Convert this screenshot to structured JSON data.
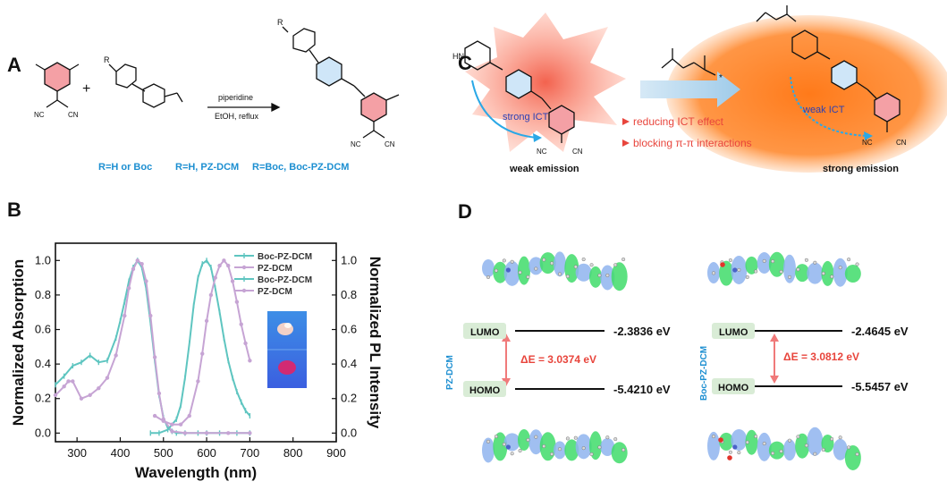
{
  "panels": {
    "a": "A",
    "b": "B",
    "c": "C",
    "d": "D"
  },
  "panel_a": {
    "plus": "+",
    "reagent": "piperidine",
    "conditions": "EtOH, reflux",
    "r_label_reactant": "R",
    "r_label_product": "R",
    "r_definitions": [
      "R=H or Boc",
      "R=H, PZ-DCM",
      "R=Boc, Boc-PZ-DCM"
    ],
    "nc_labels": [
      "NC",
      "CN"
    ]
  },
  "panel_c": {
    "nh_label": "HN",
    "strong_ict": "strong ICT",
    "weak_ict": "weak ICT",
    "weak_emission": "weak emission",
    "strong_emission": "strong emission",
    "effects": [
      "reducing ICT effect",
      "blocking π-π interactions"
    ],
    "nc_labels": [
      "NC",
      "CN"
    ],
    "star": "*"
  },
  "panel_d": {
    "left": {
      "molecule": "PZ-DCM",
      "lumo_label": "LUMO",
      "lumo_value": "-2.3836 eV",
      "homo_label": "HOMO",
      "homo_value": "-5.4210 eV",
      "gap": "ΔE = 3.0374 eV"
    },
    "right": {
      "molecule": "Boc-PZ-DCM",
      "lumo_label": "LUMO",
      "lumo_value": "-2.4645 eV",
      "homo_label": "HOMO",
      "homo_value": "-5.5457 eV",
      "gap": "ΔE = 3.0812 eV"
    }
  },
  "colors": {
    "teal": "#5ec5c0",
    "lilac": "#c6a4d4",
    "accent_blue": "#1d8fd1",
    "accent_red": "#e8453c",
    "lobe_green": "#3fdc6a",
    "lobe_blue": "#8fb4ef",
    "glow_orange": "#ff7a1a",
    "glow_red": "#f25a45"
  },
  "chart_data": {
    "type": "line",
    "xlabel": "Wavelength (nm)",
    "ylabel": "Normalized Absorption",
    "y2label": "Normalized PL Intensity",
    "xlim": [
      250,
      900
    ],
    "ylim": [
      -0.05,
      1.1
    ],
    "xticks": [
      300,
      400,
      500,
      600,
      700,
      800,
      900
    ],
    "yticks": [
      0.0,
      0.2,
      0.4,
      0.6,
      0.8,
      1.0
    ],
    "legend_position": "top-right",
    "series": [
      {
        "name": "Boc-PZ-DCM",
        "axis": "left",
        "color": "#5ec5c0",
        "x": [
          250,
          270,
          290,
          310,
          330,
          350,
          370,
          390,
          400,
          410,
          420,
          430,
          440,
          450,
          460,
          470,
          480,
          490,
          500,
          510,
          520,
          530,
          550,
          580,
          600,
          630,
          670,
          700
        ],
        "y": [
          0.28,
          0.33,
          0.39,
          0.41,
          0.45,
          0.41,
          0.42,
          0.55,
          0.65,
          0.76,
          0.88,
          0.96,
          1.0,
          0.96,
          0.84,
          0.64,
          0.42,
          0.22,
          0.09,
          0.03,
          0.01,
          0.0,
          0.0,
          0.0,
          0.0,
          0.0,
          0.0,
          0.0
        ]
      },
      {
        "name": "PZ-DCM",
        "axis": "left",
        "color": "#c6a4d4",
        "x": [
          250,
          270,
          280,
          290,
          310,
          330,
          350,
          370,
          390,
          410,
          420,
          430,
          440,
          450,
          460,
          470,
          480,
          490,
          500,
          520,
          550,
          600,
          650,
          700
        ],
        "y": [
          0.22,
          0.27,
          0.3,
          0.3,
          0.2,
          0.22,
          0.26,
          0.32,
          0.45,
          0.68,
          0.84,
          0.95,
          1.0,
          0.98,
          0.88,
          0.68,
          0.44,
          0.23,
          0.08,
          0.01,
          0.0,
          0.0,
          0.0,
          0.0
        ]
      },
      {
        "name": "Boc-PZ-DCM",
        "axis": "right",
        "color": "#5ec5c0",
        "x": [
          470,
          490,
          510,
          530,
          540,
          550,
          560,
          570,
          580,
          590,
          600,
          610,
          620,
          630,
          640,
          650,
          660,
          670,
          680,
          690,
          700
        ],
        "y": [
          0.0,
          0.0,
          0.02,
          0.08,
          0.16,
          0.32,
          0.52,
          0.74,
          0.9,
          0.98,
          1.0,
          0.96,
          0.84,
          0.7,
          0.55,
          0.42,
          0.32,
          0.24,
          0.18,
          0.13,
          0.1
        ]
      },
      {
        "name": "PZ-DCM",
        "axis": "right",
        "color": "#c6a4d4",
        "x": [
          480,
          500,
          520,
          540,
          560,
          580,
          590,
          600,
          610,
          620,
          630,
          640,
          650,
          660,
          670,
          680,
          690,
          700
        ],
        "y": [
          0.1,
          0.07,
          0.05,
          0.05,
          0.1,
          0.3,
          0.46,
          0.65,
          0.8,
          0.9,
          0.97,
          1.0,
          0.97,
          0.88,
          0.76,
          0.63,
          0.52,
          0.42
        ]
      }
    ]
  }
}
